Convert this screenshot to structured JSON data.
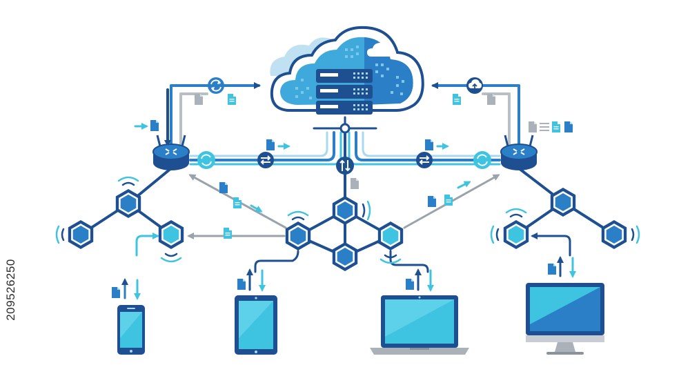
{
  "stock_id": "209526250",
  "colors": {
    "navy": "#1d4f91",
    "blue": "#2a7fc6",
    "cyan": "#3ec3e0",
    "light_blue": "#a9d9ef",
    "gray": "#9aa3ab",
    "pale_cloud": "#bfe1f2"
  },
  "icons": {
    "cloud": "cloud-server-icon",
    "router": "router-icon",
    "sync": "sync-icon",
    "swap": "swap-arrows-icon",
    "upload": "upload-icon",
    "wifi": "wifi-signal-icon",
    "document": "document-icon",
    "hexagon_node": "hexagon-node-icon"
  },
  "devices": [
    "smartphone",
    "tablet",
    "laptop",
    "desktop-monitor"
  ]
}
